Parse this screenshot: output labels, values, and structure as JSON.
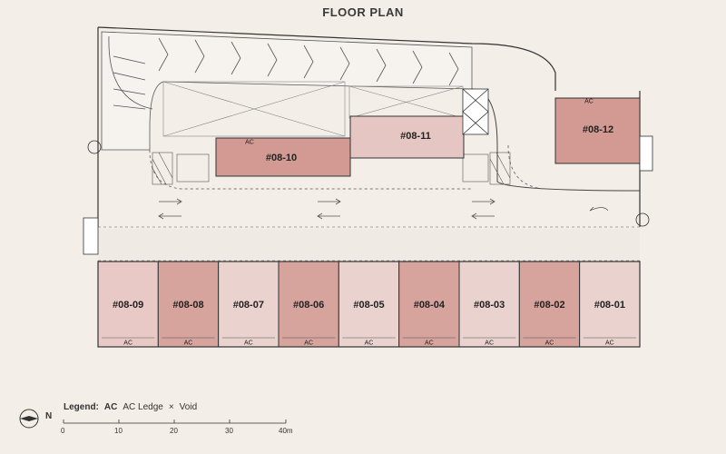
{
  "title": "FLOOR PLAN",
  "units": {
    "top": [
      {
        "id": "#08-10",
        "label": "#08-10",
        "color": "#d29a93"
      },
      {
        "id": "#08-11",
        "label": "#08-11",
        "color": "#e6c6c3"
      },
      {
        "id": "#08-12",
        "label": "#08-12",
        "color": "#d29a93"
      }
    ],
    "bottom": [
      {
        "id": "#08-09",
        "label": "#08-09",
        "color": "#e8c9c6"
      },
      {
        "id": "#08-08",
        "label": "#08-08",
        "color": "#d7a39d"
      },
      {
        "id": "#08-07",
        "label": "#08-07",
        "color": "#ead2cf"
      },
      {
        "id": "#08-06",
        "label": "#08-06",
        "color": "#d7a39d"
      },
      {
        "id": "#08-05",
        "label": "#08-05",
        "color": "#ead2cf"
      },
      {
        "id": "#08-04",
        "label": "#08-04",
        "color": "#d7a39d"
      },
      {
        "id": "#08-03",
        "label": "#08-03",
        "color": "#ead2cf"
      },
      {
        "id": "#08-02",
        "label": "#08-02",
        "color": "#d7a39d"
      },
      {
        "id": "#08-01",
        "label": "#08-01",
        "color": "#ead2cf"
      }
    ]
  },
  "ac_label": "AC",
  "legend": {
    "title": "Legend:",
    "ac_code": "AC",
    "ac_text": "AC Ledge",
    "void_symbol": "×",
    "void_text": "Void"
  },
  "compass": {
    "label": "N"
  },
  "scale": {
    "ticks": [
      "0",
      "10",
      "20",
      "30",
      "40m"
    ]
  },
  "colors": {
    "background": "#f3efe8",
    "unit_dark": "#d29a93",
    "unit_light": "#ead2cf",
    "wall": "#333333"
  }
}
